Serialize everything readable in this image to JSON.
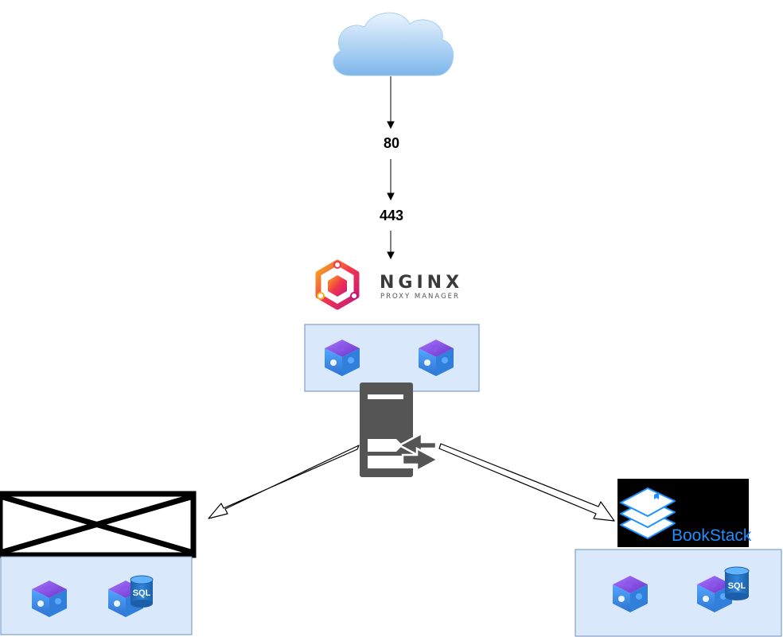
{
  "diagram": {
    "ports": [
      "80",
      "443"
    ],
    "nginx": {
      "name": "NGINX",
      "subtitle": "PROXY MANAGER"
    },
    "bookstack": {
      "name": "BookStack"
    },
    "left_service": {
      "logo": "crossed-out-placeholder",
      "containers": [
        "container-icon",
        "sql-container-icon"
      ]
    },
    "center_service": {
      "containers": [
        "container-icon",
        "container-icon"
      ]
    },
    "right_service": {
      "containers": [
        "container-icon",
        "sql-container-icon"
      ]
    },
    "sql_badge": "SQL",
    "icons": {
      "cloud": "cloud-icon",
      "router": "server-load-balancer-icon",
      "container": "container-puzzle-icon",
      "database": "sql-database-icon"
    },
    "colors": {
      "panel_fill": "#dae8fc",
      "panel_stroke": "#6c8ebf",
      "cloud_top": "#e6f2ff",
      "cloud_bottom": "#7fb8ec",
      "container_purple": "#8a4fe0",
      "container_blue": "#3b8fe8",
      "server_gray": "#555555",
      "bookstack_blue": "#1e90ff"
    }
  }
}
